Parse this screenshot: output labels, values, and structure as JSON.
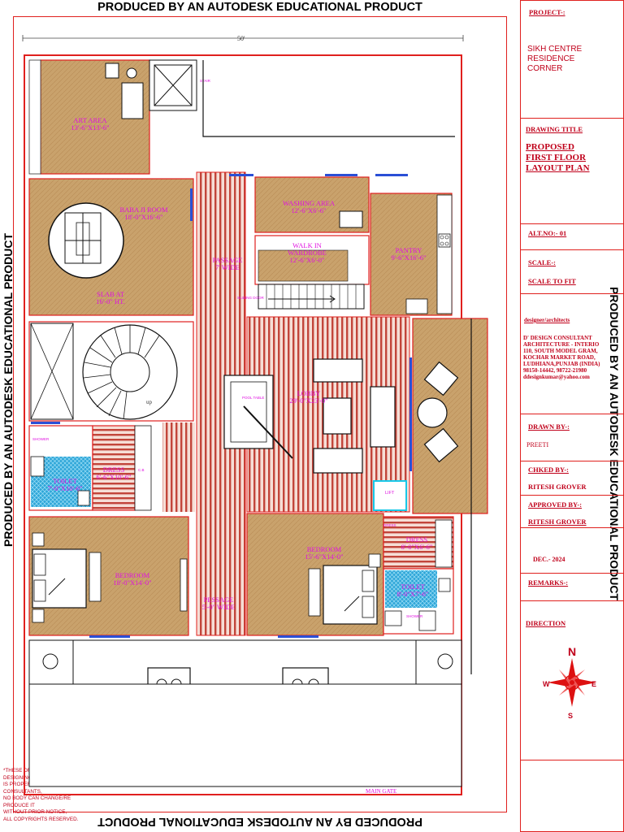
{
  "watermark": "PRODUCED BY AN AUTODESK EDUCATIONAL PRODUCT",
  "dimension": "50'",
  "title_block": {
    "project_label": "PROJECT-:",
    "project_lines": [
      "SIKH CENTRE",
      "RESIDENCE",
      "CORNER"
    ],
    "drawing_title_label": "DRAWING TITLE",
    "drawing_title_lines": [
      "PROPOSED",
      "FIRST FLOOR",
      "LAYOUT PLAN"
    ],
    "alt_no": "ALT.NO:- 01",
    "scale_label": "SCALE-:",
    "scale_value": "SCALE TO FIT",
    "designer_label": "designer/architects",
    "designer_lines": [
      "D' DESIGN CONSULTANT",
      "ARCHITECTURE - INTERIO",
      "110, SOUTH MODEL GRAM,",
      "KOCHAR MARKET ROAD,",
      "LUDHIANA,PUNJAB (INDIA)",
      "98150-14442, 98722-21980",
      "ddesignkumar@yahoo.com"
    ],
    "drawn_by_label": "DRAWN BY-:",
    "drawn_by": "PREETI",
    "checked_by_label": "CHKED BY-:",
    "checked_by": "RITESH GROVER",
    "approved_by_label": "APPROVED BY-:",
    "approved_by": "RITESH GROVER",
    "date": "DEC.- 2024",
    "remarks_label": "REMARKS-:",
    "direction_label": "DIRECTION",
    "compass": {
      "n": "N",
      "s": "S",
      "e": "E",
      "w": "W"
    },
    "note_lines": [
      "*THESE DRAWINGS AND",
      "DESIGNING PART",
      " IS PROPERTY OF D' DESIGN",
      "CONSULTANTS,",
      " NO BODY CAN CHANGE/RE",
      "PRODUCE IT",
      "WITHOUT PRIOR NOTICE,",
      "ALL COPYRIGHTS RESERVED."
    ]
  },
  "rooms": {
    "art_area": {
      "name": "ART AREA",
      "size": "13'-6\"X13'-6\""
    },
    "baba_ji_room": {
      "name": "BABA JI ROOM",
      "size": "18'-0\"X16'-6\""
    },
    "slab": {
      "name": "SLAB AT",
      "size": "16'-0\" HT."
    },
    "washing_area": {
      "name": "WASHING AREA",
      "size": "12'-6\"X6'-6\""
    },
    "walk_in": {
      "name": "WALK IN",
      "size": "WARDROBE",
      "size2": "12'-6\"X6'-0\""
    },
    "pantry": {
      "name": "PANTRY",
      "size": "9'-6\"X16'-6\""
    },
    "passage": {
      "name": "PASSAGE",
      "size": "7' WIDE"
    },
    "lobby": {
      "name": "LOBBY",
      "size": "29'-0\"X23'-0\""
    },
    "toilet_left": {
      "name": "TOILET",
      "size": "7'-0\"X10'-6\""
    },
    "dress_left": {
      "name": "DRESS",
      "size": "6'-6\"X10'-6\""
    },
    "bedroom_left": {
      "name": "BEDROOM",
      "size": "18'-0\"X14'-0\""
    },
    "passage_2": {
      "name": "PESSAGE",
      "size": "5'-0\" WIDE"
    },
    "bedroom_right": {
      "name": "BEDROOM",
      "size": "15'-6\"X14'-0\""
    },
    "dress_right": {
      "name": "DRESS",
      "size": "8'-0\"X6'-6\""
    },
    "toilet_right": {
      "name": "TOILET",
      "size": "8'-0\"X7'-6\""
    }
  },
  "small_labels": {
    "stair": "STAIR",
    "sliding_door": "SLIDING DOOR",
    "pool_table": "POOL TABLE",
    "lift": "LIFT",
    "up": "up",
    "shower": "SHOWER",
    "cb": "C.B",
    "dress": "DRESS",
    "main_gate": "MAIN GATE"
  },
  "colors": {
    "wall": "#e0201e",
    "room_floor": "#c9a26c",
    "planks": "#c2453a",
    "room_text": "#e010e0",
    "tile": "#2ea6d8",
    "window": "#2a4fd6",
    "title_text": "#c0001a"
  }
}
